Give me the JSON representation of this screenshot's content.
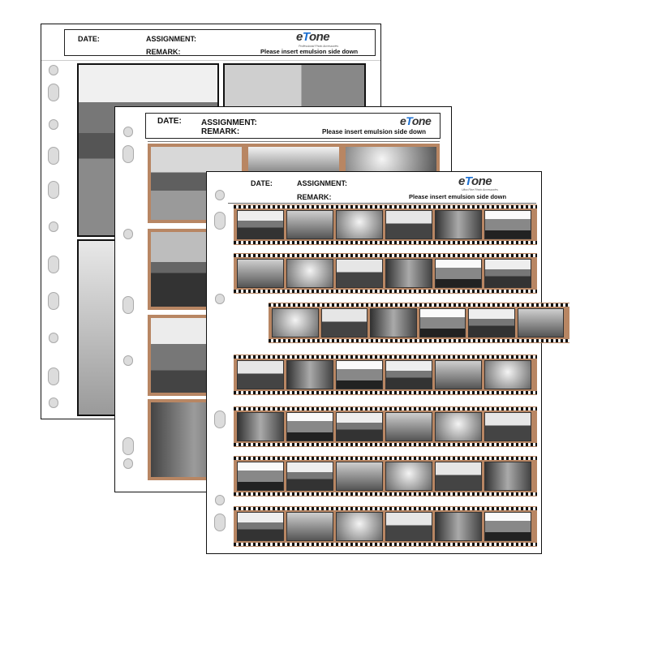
{
  "sheets": {
    "back": {
      "date_label": "DATE:",
      "assignment_label": "ASSIGNMENT:",
      "remark_label": "REMARK:",
      "instruction": "Please insert emulsion side down",
      "brand": "eTone",
      "tagline": "Professional Photo Accessories"
    },
    "middle": {
      "date_label": "DATE:",
      "assignment_label": "ASSIGNMENT:",
      "remark_label": "REMARK:",
      "instruction": "Please insert emulsion side down",
      "brand": "eTone"
    },
    "front": {
      "date_label": "DATE:",
      "assignment_label": "ASSIGNMENT:",
      "remark_label": "REMARK:",
      "instruction": "Please insert emulsion side down",
      "brand": "eTone",
      "tagline": "Ultra Fine Photo Accessories"
    }
  },
  "colors": {
    "film_edge": "#b88663",
    "brand_accent": "#1b6fd1"
  }
}
